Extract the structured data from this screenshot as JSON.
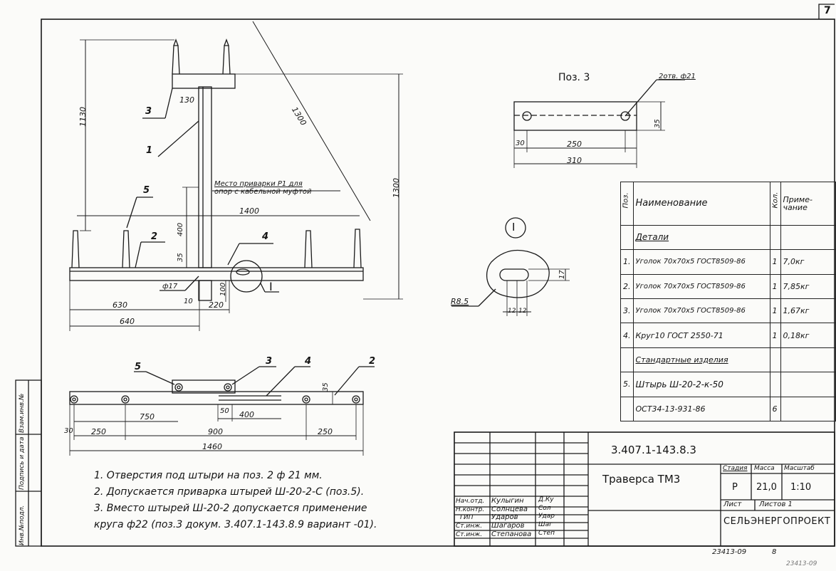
{
  "sheet": {
    "page_number": "7",
    "bottom_code": "23413-09",
    "bottom_mark": "8",
    "bottom_right_code": "23413-09"
  },
  "main_view": {
    "dim_1130": "1130",
    "dim_130": "130",
    "dim_1300_diag": "1300",
    "dim_1300_vert": "1300",
    "dim_1400": "1400",
    "dim_400": "400",
    "dim_35": "35",
    "dim_100": "100",
    "dim_10": "10",
    "dim_220": "220",
    "dim_630": "630",
    "dim_640": "640",
    "dim_phi17": "ф17",
    "weld_note_line1": "Место приварки Р1 для",
    "weld_note_line2": "опор с кабельной муфтой",
    "callout_1": "1",
    "callout_2": "2",
    "callout_3": "3",
    "callout_4": "4",
    "callout_5": "5",
    "detail_ref": "I"
  },
  "plan_view": {
    "callout_2": "2",
    "callout_3": "3",
    "callout_4": "4",
    "callout_5": "5",
    "dim_35": "35",
    "dim_750": "750",
    "dim_50": "50",
    "dim_400": "400",
    "dim_30": "30",
    "dim_250_left": "250",
    "dim_900": "900",
    "dim_250_right": "250",
    "dim_1460": "1460"
  },
  "pos3": {
    "title": "Поз. 3",
    "hole_note": "2отв. ф21",
    "dim_35": "35",
    "dim_30": "30",
    "dim_250": "250",
    "dim_310": "310"
  },
  "detail_i": {
    "label": "I",
    "dim_r85": "R8.5",
    "dim_17": "17",
    "dim_12a": "12",
    "dim_12b": "12"
  },
  "spec": {
    "col_pos": "Поз.",
    "col_name": "Наименование",
    "col_qty": "Кол.",
    "col_note_1": "Приме-",
    "col_note_2": "чание",
    "section_details": "Детали",
    "rows": [
      {
        "pos": "1.",
        "name": "Уголок 70х70х5 ГОСТ8509-86",
        "qty": "1",
        "note": "7,0кг"
      },
      {
        "pos": "2.",
        "name": "Уголок 70х70х5 ГОСТ8509-86",
        "qty": "1",
        "note": "7,85кг"
      },
      {
        "pos": "3.",
        "name": "Уголок 70х70х5 ГОСТ8509-86",
        "qty": "1",
        "note": "1,67кг"
      },
      {
        "pos": "4.",
        "name": "Круг10  ГОСТ 2550-71",
        "qty": "1",
        "note": "0,18кг"
      }
    ],
    "section_standard": "Стандартные изделия",
    "std_pos": "5.",
    "std_name_1": "Штырь Ш-20-2-к-50",
    "std_name_2": "ОСТ34-13-931-86",
    "std_qty": "6"
  },
  "notes": [
    "1. Отверстия под штыри на поз. 2  ф 21 мм.",
    "2. Допускается приварка штырей Ш-20-2-С (поз.5).",
    "3. Вместо штырей Ш-20-2 допускается применение",
    "    круга ф22 (поз.3 докум. 3.407.1-143.8.9 вариант -01)."
  ],
  "title_block": {
    "doc_number": "3.407.1-143.8.3",
    "title": "Траверса  ТМ3",
    "stage_label": "Стадия",
    "mass_label": "Масса",
    "scale_label": "Масштаб",
    "stage": "Р",
    "mass": "21,0",
    "scale": "1:10",
    "sheet_label": "Лист",
    "sheets_label": "Листов 1",
    "org": "СЕЛЬЭНЕРГОПРОЕКТ",
    "signers": [
      {
        "role": "Нач.отд.",
        "name": "Кулыгин",
        "sign": "Д.Ку"
      },
      {
        "role": "Н.контр.",
        "name": "Солнцева",
        "sign": "Сол"
      },
      {
        "role": "ГИП",
        "name": "Ударов",
        "sign": "Удар"
      },
      {
        "role": "Ст.инж.",
        "name": "Шагаров",
        "sign": "Шаг"
      },
      {
        "role": "Ст.инж.",
        "name": "Степанова",
        "sign": "Степ"
      }
    ]
  },
  "side_stamp": {
    "inv_podl": "Инв.№подл.",
    "podpis": "Подпись и дата",
    "vzam": "Взам.инв.№"
  }
}
